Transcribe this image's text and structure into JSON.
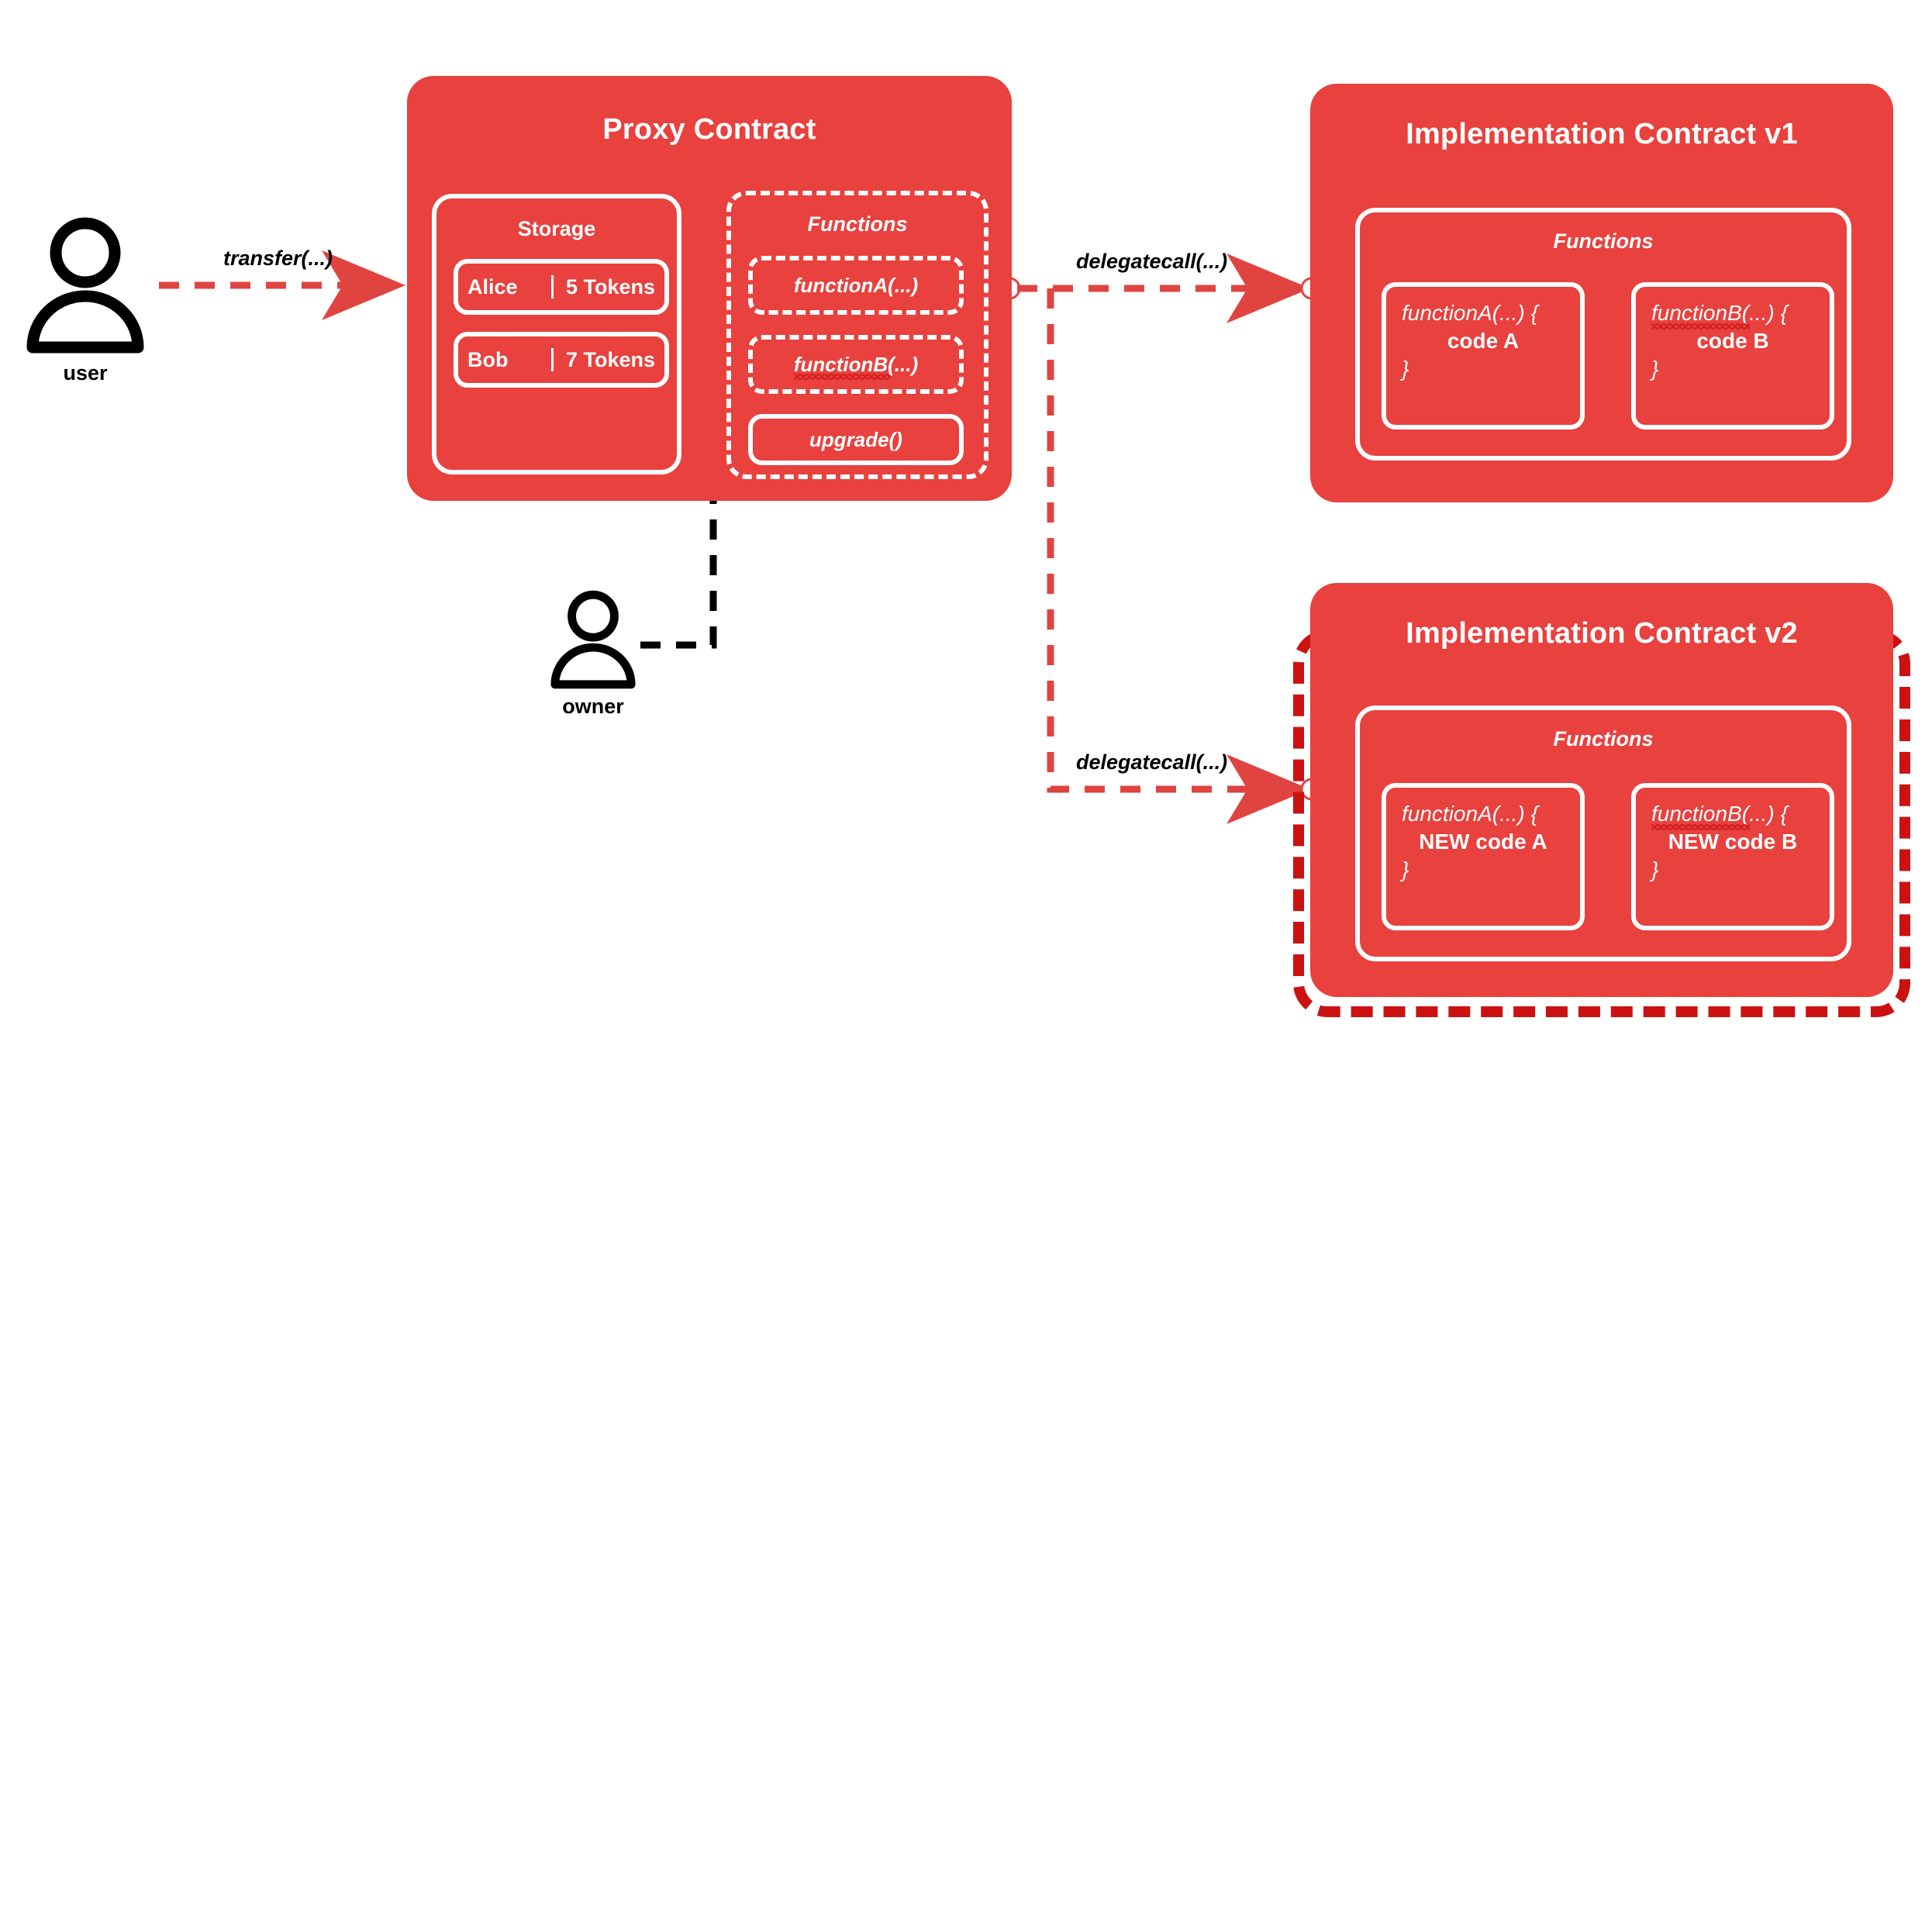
{
  "diagram": {
    "title_proxy": "Proxy Contract",
    "title_impl_v1": "Implementation Contract v1",
    "title_impl_v2": "Implementation Contract v2"
  },
  "actors": {
    "user": {
      "label": "user",
      "icon": "person-icon"
    },
    "owner": {
      "label": "owner",
      "icon": "person-icon"
    }
  },
  "edges": {
    "transfer": "transfer(...)",
    "delegatecall_v1": "delegatecall(...)",
    "delegatecall_v2": "delegatecall(...)"
  },
  "proxy": {
    "storage": {
      "title": "Storage",
      "rows": [
        {
          "name": "Alice",
          "sep": "|",
          "value": "5 Tokens"
        },
        {
          "name": "Bob",
          "sep": "|",
          "value": "7 Tokens"
        }
      ]
    },
    "functions": {
      "title": "Functions",
      "items": [
        {
          "label": "functionA(...)",
          "style": "dashed",
          "misspelled": false
        },
        {
          "label": "functionB(...)",
          "style": "dashed",
          "misspelled": true
        },
        {
          "label": "upgrade()",
          "style": "solid",
          "misspelled": false
        }
      ]
    }
  },
  "impl_v1": {
    "functions": {
      "title": "Functions",
      "items": [
        {
          "signature": "functionA(...) {",
          "body": "code A",
          "close": "}",
          "misspelled": false
        },
        {
          "signature": "functionB(...) {",
          "body": "code B",
          "close": "}",
          "misspelled": true
        }
      ]
    }
  },
  "impl_v2": {
    "functions": {
      "title": "Functions",
      "items": [
        {
          "signature": "functionA(...) {",
          "body": "NEW code A",
          "close": "}",
          "misspelled": false
        },
        {
          "signature": "functionB(...) {",
          "body": "NEW code B",
          "close": "}",
          "misspelled": true
        }
      ]
    }
  },
  "colors": {
    "card_red": "#E8413E",
    "highlight_red": "#CC1111",
    "arrow_red": "#E04440",
    "white": "#FFFFFF",
    "black": "#000000",
    "background": "#FFFFFF"
  }
}
